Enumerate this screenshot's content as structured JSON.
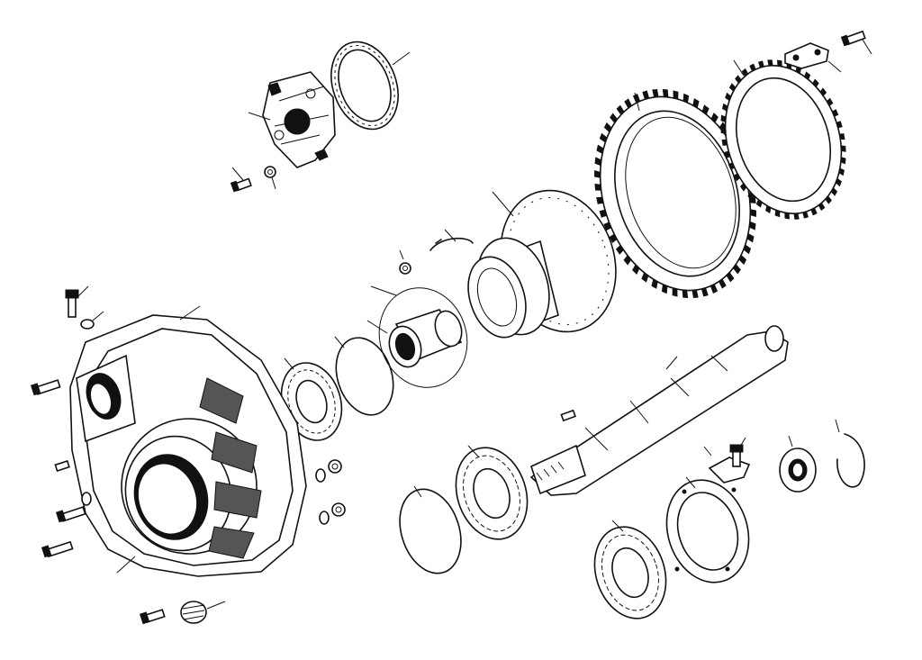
{
  "diagram": {
    "type": "exploded-assembly",
    "parts": [
      {
        "id": "housing",
        "icon": "gearbox-housing"
      },
      {
        "id": "large-ring-gear",
        "icon": "ring-gear"
      },
      {
        "id": "internal-ring-gear",
        "icon": "ring-gear"
      },
      {
        "id": "splined-hub",
        "icon": "hub"
      },
      {
        "id": "shaft",
        "icon": "shaft"
      },
      {
        "id": "roller-bearing",
        "icon": "bearing"
      },
      {
        "id": "cover-plate",
        "icon": "plate"
      },
      {
        "id": "gasket",
        "icon": "gasket"
      },
      {
        "id": "snap-ring",
        "icon": "circlip"
      },
      {
        "id": "sleeve",
        "icon": "bushing"
      },
      {
        "id": "slotted-nut",
        "icon": "nut"
      },
      {
        "id": "bolt",
        "icon": "bolt"
      },
      {
        "id": "washer",
        "icon": "washer"
      },
      {
        "id": "key",
        "icon": "key"
      },
      {
        "id": "seal",
        "icon": "seal"
      },
      {
        "id": "plug",
        "icon": "plug"
      }
    ]
  }
}
